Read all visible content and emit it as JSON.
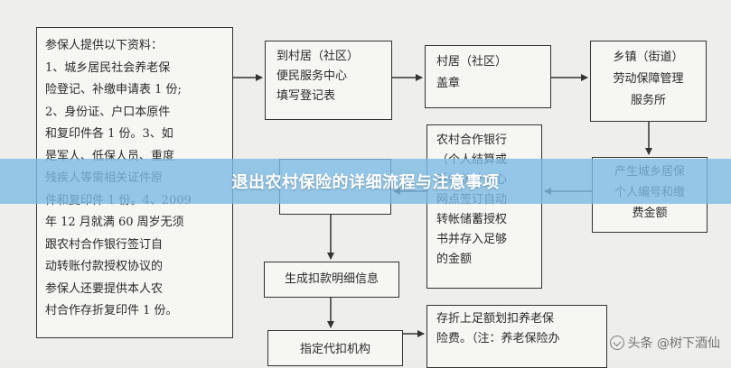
{
  "banner": {
    "title": "退出农村保险的详细流程与注意事项"
  },
  "diagram": {
    "left_box": "参保人提供以下资料：\n1、城乡居民社会养老保\n险登记、补缴申请表 1 份;\n2、身份证、户口本原件\n和复印件各 1 份。3、如\n是军人、低保人员、重度\n残疾人等需相关证件原\n件和复印件 1 份。4、2009\n年 12 月就满 60 周岁无须\n跟农村合作银行签订自\n动转账付款授权协议的\n参保人还要提供本人农\n村合作存折复印件 1 份。",
    "village_center": "到村居（社区）\n便民服务中心\n填写登记表",
    "village_stamp": "村居（社区）\n盖章",
    "town": "乡镇（街道）\n劳动保障管理\n服务所",
    "bank": "农村合作银行\n（个人结算或\n系统统计中心\n网点签订自动\n转帐储蓄授权\n书并存入足够\n的金额",
    "personal_id": "产生城乡居保\n个人编号和缴\n费金额",
    "mid_hidden": "",
    "generate": "生成扣款明细信息",
    "designate": "指定代扣机构",
    "passbook": "存折上足额划扣养老保\n险费。（注：养老保险办"
  },
  "watermark": {
    "text": "头条 @树下酒仙"
  }
}
